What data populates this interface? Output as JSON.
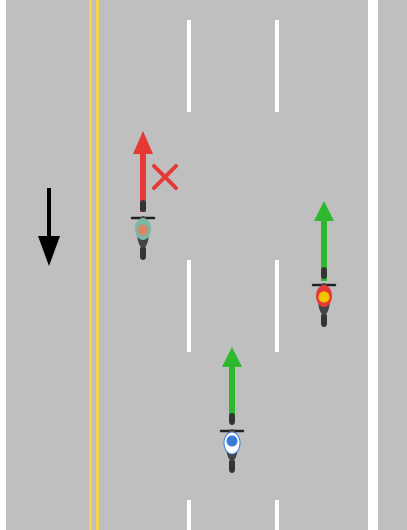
{
  "scene": {
    "road_color": "#bfbfbf",
    "background_color": "#ffffff",
    "center_line_color": "#f5d547",
    "lane_line_color": "#ffffff",
    "travel_direction_arrow": {
      "direction": "down",
      "color": "#000000"
    },
    "motorcycles": [
      {
        "id": "motorcycle-left-lane",
        "lane": "left",
        "heading": "up",
        "arrow_color": "#e53935",
        "rider_helmet": "#d48a6a",
        "rider_jacket": "#7ab8a8",
        "marker": "cross-icon",
        "marker_color": "#e53935"
      },
      {
        "id": "motorcycle-right-lane",
        "lane": "right",
        "heading": "up",
        "arrow_color": "#2db82d",
        "rider_helmet": "#f5c400",
        "rider_jacket": "#e53935"
      },
      {
        "id": "motorcycle-middle-lane",
        "lane": "middle",
        "heading": "up",
        "arrow_color": "#2db82d",
        "rider_helmet": "#3a7bd5",
        "rider_jacket": "#ffffff"
      }
    ]
  }
}
